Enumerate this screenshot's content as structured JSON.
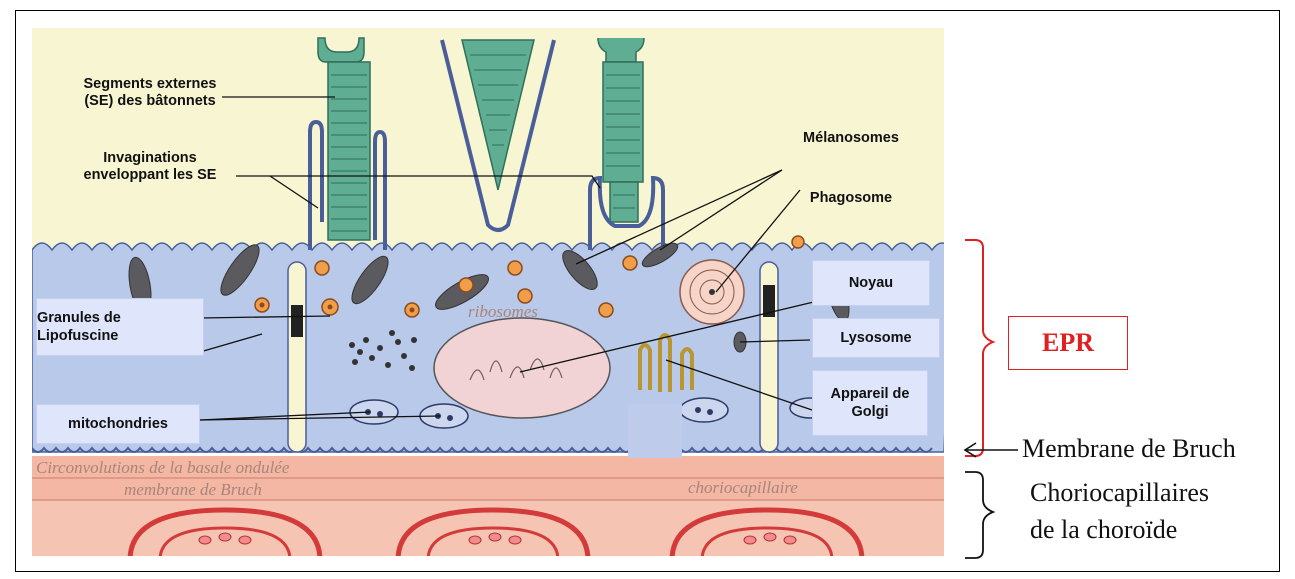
{
  "labels": {
    "outer_segments": "Segments externes (SE) des bâtonnets",
    "invaginations": "Invaginations enveloppant les SE",
    "melanosomes": "Mélanosomes",
    "phagosome": "Phagosome",
    "nucleus": "Noyau",
    "lipofuscin": "Granules de Lipofuscine",
    "lysosome": "Lysosome",
    "golgi": "Appareil de Golgi",
    "mitochondria": "mitochondries",
    "epr": "EPR",
    "bruch": "Membrane de Bruch",
    "choriocap_line1": "Choriocapillaires",
    "choriocap_line2": "de la choroïde"
  },
  "embedded_labels": {
    "ribosomes": "ribosomes",
    "basal_folds": "Circonvolutions de la basale ondulée",
    "bruch_small": "membrane de Bruch",
    "choriocapillaire": "choriocapillaire"
  },
  "colors": {
    "outer_segment_fill": "#5fae94",
    "rpe_cytoplasm": "#b9c9ea",
    "photoreceptor_zone": "#f8f6d2",
    "choroid": "#f4b7a3",
    "capillary": "#d33b3b",
    "epr_accent": "#e02020",
    "callout_fill": "#dfe6fb"
  }
}
